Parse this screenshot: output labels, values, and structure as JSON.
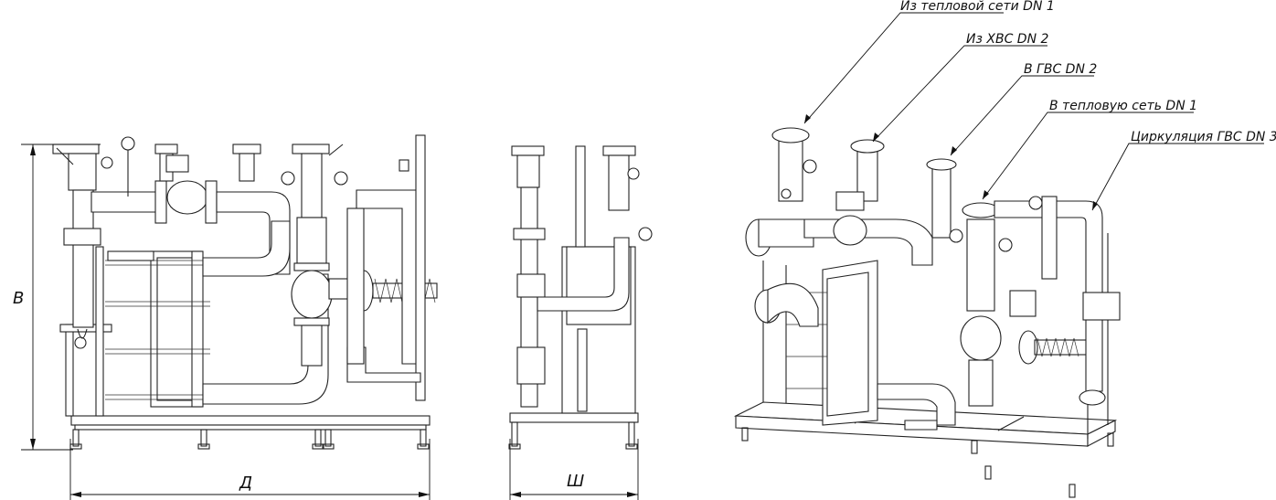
{
  "dimensions": {
    "height": "В",
    "length": "Д",
    "width": "Ш"
  },
  "callouts": [
    {
      "text": "Из тепловой сети DN 1"
    },
    {
      "text": "Из ХВС DN 2"
    },
    {
      "text": "В ГВС DN 2"
    },
    {
      "text": "В тепловую сеть DN 1"
    },
    {
      "text": "Циркуляция ГВС DN 3"
    }
  ],
  "accent_color": "#222222"
}
